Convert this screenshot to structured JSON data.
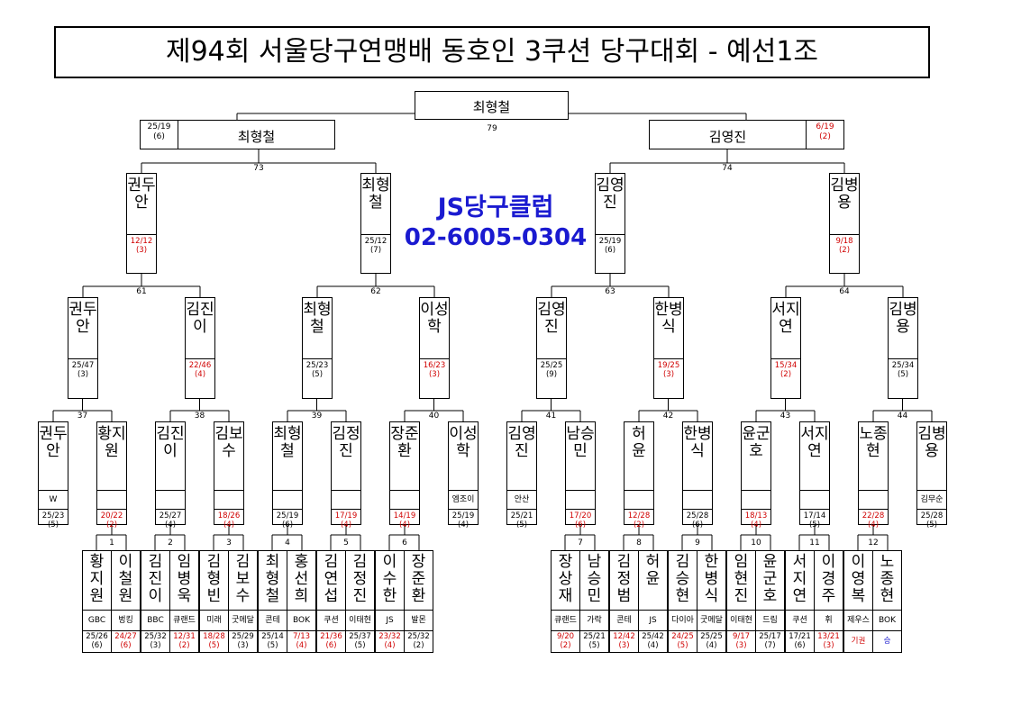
{
  "title": "제94회 서울당구연맹배 동호인 3쿠션 당구대회 - 예선1조",
  "sponsor": {
    "name": "JS당구클럽",
    "phone": "02-6005-0304",
    "color": "#1a1ad0"
  },
  "colors": {
    "winner_score": "#000000",
    "loser_score": "#d00000",
    "forfeit_win": "#1010cc"
  },
  "champion": {
    "name": "최형철",
    "match_no": "79"
  },
  "finalists": {
    "left": {
      "name": "최형철",
      "score": "25/19",
      "inn": "(6)",
      "match_no": "73"
    },
    "right": {
      "name": "김영진",
      "score": "6/19",
      "inn": "(2)",
      "match_no": "74"
    }
  },
  "semifinalists": [
    {
      "name": "권두안",
      "score": "12/12",
      "inn": "(3)",
      "lost": true
    },
    {
      "name": "최형철",
      "score": "25/12",
      "inn": "(7)",
      "lost": false
    },
    {
      "name": "김영진",
      "score": "25/19",
      "inn": "(6)",
      "lost": false
    },
    {
      "name": "김병용",
      "score": "9/18",
      "inn": "(2)",
      "lost": true
    }
  ],
  "semi_match_nos": [
    "61",
    "62",
    "63",
    "64"
  ],
  "quarterfinalists": [
    {
      "name": "권두안",
      "score": "25/47",
      "inn": "(3)",
      "lost": false
    },
    {
      "name": "김진이",
      "score": "22/46",
      "inn": "(4)",
      "lost": true
    },
    {
      "name": "최형철",
      "score": "25/23",
      "inn": "(5)",
      "lost": false
    },
    {
      "name": "이성학",
      "score": "16/23",
      "inn": "(3)",
      "lost": true
    },
    {
      "name": "김영진",
      "score": "25/25",
      "inn": "(9)",
      "lost": false
    },
    {
      "name": "한병식",
      "score": "19/25",
      "inn": "(3)",
      "lost": true
    },
    {
      "name": "서지연",
      "score": "15/34",
      "inn": "(2)",
      "lost": true
    },
    {
      "name": "김병용",
      "score": "25/34",
      "inn": "(5)",
      "lost": false
    }
  ],
  "quarter_match_nos": [
    "37",
    "38",
    "39",
    "40",
    "41",
    "42",
    "43",
    "44"
  ],
  "round16": [
    {
      "name": "권두안",
      "club": "W",
      "score": "25/23",
      "inn": "(5)",
      "lost": false
    },
    {
      "name": "황지원",
      "club": "",
      "score": "20/22",
      "inn": "(2)",
      "lost": true
    },
    {
      "name": "김진이",
      "club": "",
      "score": "25/27",
      "inn": "(4)",
      "lost": false
    },
    {
      "name": "김보수",
      "club": "",
      "score": "18/26",
      "inn": "(4)",
      "lost": true
    },
    {
      "name": "최형철",
      "club": "",
      "score": "25/19",
      "inn": "(6)",
      "lost": false
    },
    {
      "name": "김정진",
      "club": "",
      "score": "17/19",
      "inn": "(4)",
      "lost": true
    },
    {
      "name": "장준환",
      "club": "",
      "score": "14/19",
      "inn": "(4)",
      "lost": true
    },
    {
      "name": "이성학",
      "club": "엠조이",
      "score": "25/19",
      "inn": "(4)",
      "lost": false
    },
    {
      "name": "김영진",
      "club": "안산",
      "score": "25/21",
      "inn": "(5)",
      "lost": false
    },
    {
      "name": "남승민",
      "club": "",
      "score": "17/20",
      "inn": "(6)",
      "lost": true
    },
    {
      "name": "허 윤",
      "club": "",
      "score": "12/28",
      "inn": "(2)",
      "lost": true
    },
    {
      "name": "한병식",
      "club": "",
      "score": "25/28",
      "inn": "(6)",
      "lost": false
    },
    {
      "name": "윤군호",
      "club": "",
      "score": "18/13",
      "inn": "(4)",
      "lost": true
    },
    {
      "name": "서지연",
      "club": "",
      "score": "17/14",
      "inn": "(5)",
      "lost": false
    },
    {
      "name": "노종현",
      "club": "",
      "score": "22/28",
      "inn": "(4)",
      "lost": true
    },
    {
      "name": "김병용",
      "club": "김무순",
      "score": "25/28",
      "inn": "(5)",
      "lost": false
    }
  ],
  "first_round": [
    {
      "no": "1",
      "players": [
        {
          "name": "황지원",
          "club": "GBC",
          "score": "25/26",
          "inn": "(6)",
          "lost": false
        },
        {
          "name": "이철원",
          "club": "벙킹",
          "score": "24/27",
          "inn": "(6)",
          "lost": true
        }
      ]
    },
    {
      "no": "2",
      "players": [
        {
          "name": "김진이",
          "club": "BBC",
          "score": "25/32",
          "inn": "(3)",
          "lost": false
        },
        {
          "name": "임병욱",
          "club": "큐랜드",
          "score": "12/31",
          "inn": "(2)",
          "lost": true
        }
      ]
    },
    {
      "no": "3",
      "players": [
        {
          "name": "김형빈",
          "club": "미래",
          "score": "18/28",
          "inn": "(5)",
          "lost": true
        },
        {
          "name": "김보수",
          "club": "굿메달",
          "score": "25/29",
          "inn": "(3)",
          "lost": false
        }
      ]
    },
    {
      "no": "4",
      "players": [
        {
          "name": "최형철",
          "club": "콘테",
          "score": "25/14",
          "inn": "(5)",
          "lost": false
        },
        {
          "name": "홍선희",
          "club": "BOK",
          "score": "7/13",
          "inn": "(4)",
          "lost": true
        }
      ]
    },
    {
      "no": "5",
      "players": [
        {
          "name": "김연섭",
          "club": "쿠션",
          "score": "21/36",
          "inn": "(6)",
          "lost": true
        },
        {
          "name": "김정진",
          "club": "이태현",
          "score": "25/37",
          "inn": "(5)",
          "lost": false
        }
      ]
    },
    {
      "no": "6",
      "players": [
        {
          "name": "이수한",
          "club": "JS",
          "score": "23/32",
          "inn": "(4)",
          "lost": true
        },
        {
          "name": "장준환",
          "club": "발몬",
          "score": "25/32",
          "inn": "(2)",
          "lost": false
        }
      ]
    },
    {
      "no": "7",
      "players": [
        {
          "name": "장상재",
          "club": "큐랜드",
          "score": "9/20",
          "inn": "(2)",
          "lost": true
        },
        {
          "name": "남승민",
          "club": "가락",
          "score": "25/21",
          "inn": "(5)",
          "lost": false
        }
      ]
    },
    {
      "no": "8",
      "players": [
        {
          "name": "김정범",
          "club": "콘테",
          "score": "12/42",
          "inn": "(3)",
          "lost": true
        },
        {
          "name": "허 윤",
          "club": "JS",
          "score": "25/42",
          "inn": "(4)",
          "lost": false
        }
      ]
    },
    {
      "no": "9",
      "players": [
        {
          "name": "김승현",
          "club": "다이아",
          "score": "24/25",
          "inn": "(5)",
          "lost": true
        },
        {
          "name": "한병식",
          "club": "굿메달",
          "score": "25/25",
          "inn": "(4)",
          "lost": false
        }
      ]
    },
    {
      "no": "10",
      "players": [
        {
          "name": "임현진",
          "club": "이태현",
          "score": "9/17",
          "inn": "(3)",
          "lost": true
        },
        {
          "name": "윤군호",
          "club": "드림",
          "score": "25/17",
          "inn": "(7)",
          "lost": false
        }
      ]
    },
    {
      "no": "11",
      "players": [
        {
          "name": "서지연",
          "club": "쿠션",
          "score": "17/21",
          "inn": "(6)",
          "lost": false
        },
        {
          "name": "이경주",
          "club": "휘",
          "score": "13/21",
          "inn": "(3)",
          "lost": true
        }
      ]
    },
    {
      "no": "12",
      "players": [
        {
          "name": "이영복",
          "club": "제우스",
          "score": "기권",
          "inn": "",
          "lost": true
        },
        {
          "name": "노종현",
          "club": "BOK",
          "score": "승",
          "inn": "",
          "lost": false,
          "forfeit_win": true
        }
      ]
    }
  ]
}
